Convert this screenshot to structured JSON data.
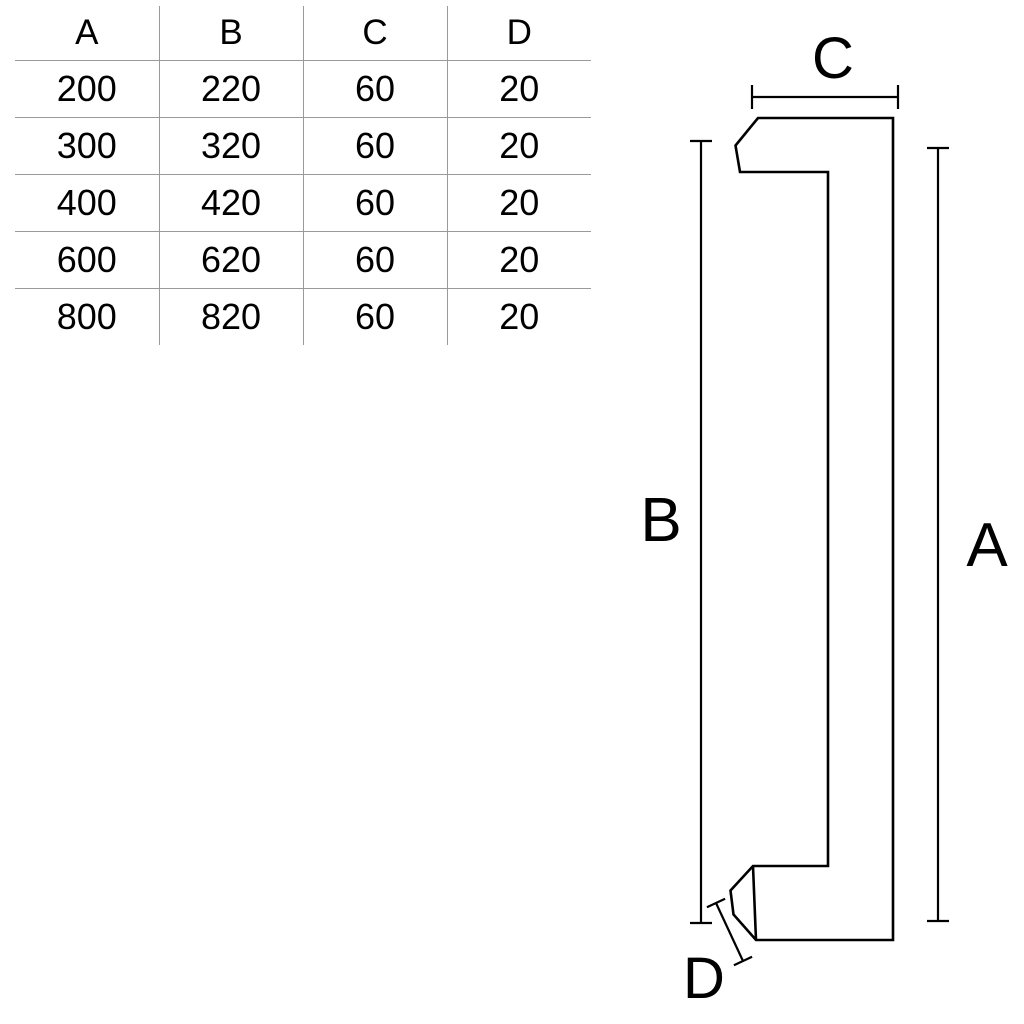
{
  "table": {
    "headers": [
      "A",
      "B",
      "C",
      "D"
    ],
    "rows": [
      [
        "200",
        "220",
        "60",
        "20"
      ],
      [
        "300",
        "320",
        "60",
        "20"
      ],
      [
        "400",
        "420",
        "60",
        "20"
      ],
      [
        "600",
        "620",
        "60",
        "20"
      ],
      [
        "800",
        "820",
        "60",
        "20"
      ]
    ]
  },
  "diagram": {
    "type": "technical-drawing",
    "subject": "door pull handle side profile with dimension lines",
    "labels": {
      "a": "A",
      "b": "B",
      "c": "C",
      "d": "D"
    }
  },
  "colors": {
    "line": "#000000",
    "table_line": "#9a9a9a",
    "text": "#000000",
    "background": "#ffffff"
  }
}
